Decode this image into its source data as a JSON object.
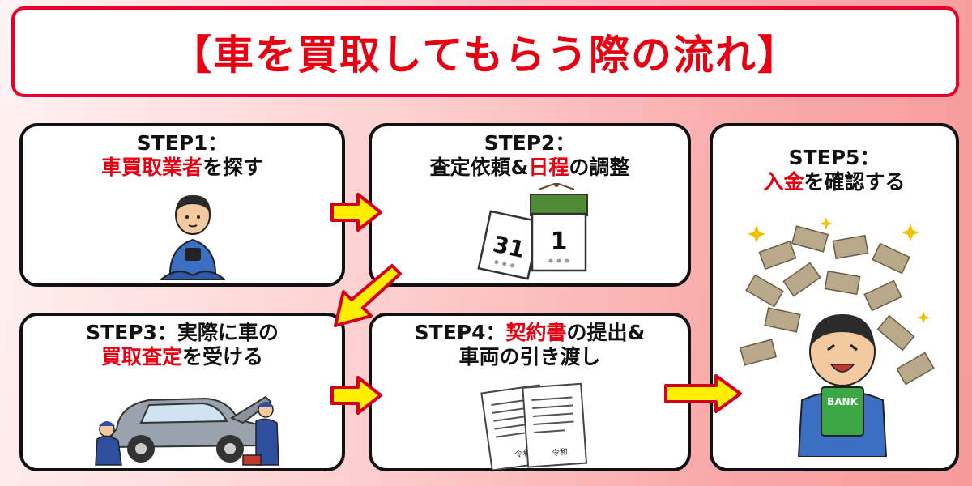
{
  "title": "【車を買取してもらう際の流れ】",
  "steps": [
    {
      "label": "STEP1：",
      "line2": [
        {
          "t": "車買取業者",
          "red": true
        },
        {
          "t": "を探す",
          "red": false
        }
      ]
    },
    {
      "label": "STEP2：",
      "line2": [
        {
          "t": "査定依頼&",
          "red": false
        },
        {
          "t": "日程",
          "red": true
        },
        {
          "t": "の調整",
          "red": false
        }
      ]
    },
    {
      "label": "STEP3：",
      "line1_rest": "実際に車の",
      "line2": [
        {
          "t": "買取査定",
          "red": true
        },
        {
          "t": "を受ける",
          "red": false
        }
      ]
    },
    {
      "label": "STEP4：",
      "line1_red": "契約書",
      "line1_rest": "の提出&",
      "line2": [
        {
          "t": "車両の引き渡し",
          "red": false
        }
      ]
    },
    {
      "label": "STEP5：",
      "line2": [
        {
          "t": "入金",
          "red": true
        },
        {
          "t": "を確認する",
          "red": false
        }
      ]
    }
  ],
  "illustrations": {
    "calendar_left": "31",
    "calendar_right": "1",
    "doc_stamp": "令和",
    "bank_book": "BANK"
  },
  "colors": {
    "accent": "#e60012",
    "arrow_fill": "#ffee00",
    "arrow_stroke": "#d4001a"
  }
}
